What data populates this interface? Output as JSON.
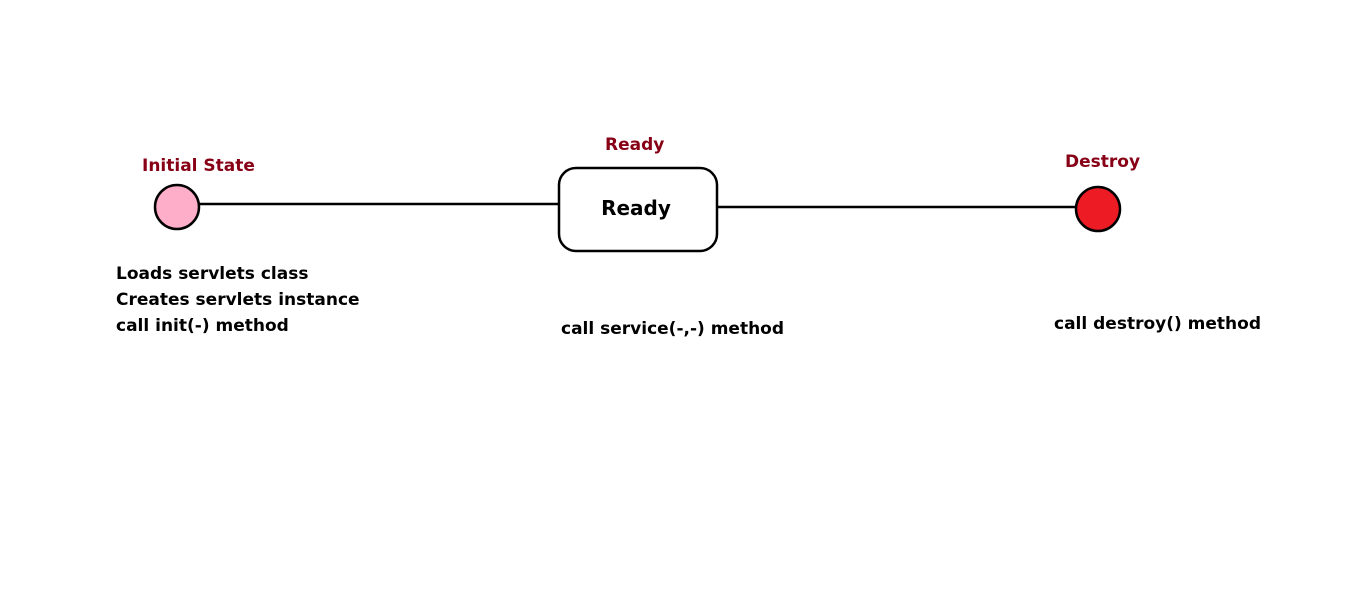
{
  "colors": {
    "heading": "#880015",
    "text": "#000000",
    "initial_fill": "#ffaec9",
    "destroy_fill": "#ed1c24",
    "stroke": "#000000"
  },
  "initial": {
    "heading": "Initial State",
    "lines": [
      "Loads servlets class",
      "Creates servlets instance",
      "call init(-) method"
    ]
  },
  "ready": {
    "heading": "Ready",
    "box_label": "Ready",
    "lines": [
      "call service(-,-) method"
    ]
  },
  "destroy": {
    "heading": "Destroy",
    "lines": [
      "call destroy() method"
    ]
  }
}
